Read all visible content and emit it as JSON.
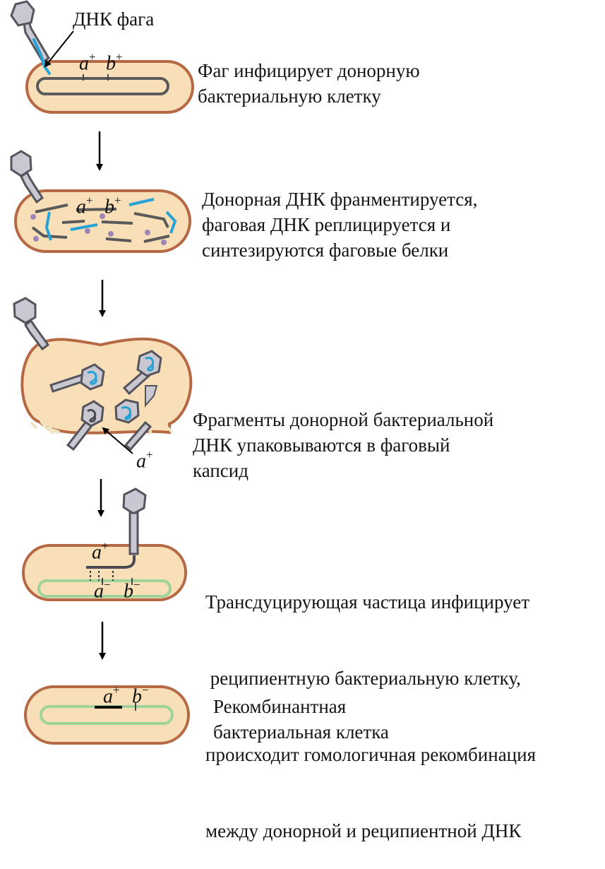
{
  "phage_dna_label": "ДНК фага",
  "steps": [
    {
      "lines": [
        "Фаг инфицирует донорную",
        "бактериальную клетку"
      ]
    },
    {
      "lines": [
        "Донорная ДНК франментируется,",
        "фаговая ДНК реплицируется и",
        "синтезируются фаговые белки"
      ]
    },
    {
      "lines": [
        "Фрагменты донорной бактериальной",
        "ДНК упаковываются в фаговый",
        "капсид"
      ]
    },
    {
      "lines": [
        "Трансдуцирующая частица инфицирует",
        " реципиентную бактериальную клетку,",
        "происходит гомологичная рекомбинация",
        "между донорной и реципиентной ДНК"
      ]
    },
    {
      "lines": [
        "Рекомбинантная",
        "бактериальная клетка"
      ]
    }
  ],
  "genes": {
    "a": "a",
    "b": "b",
    "plus": "+",
    "minus": "−"
  },
  "colors": {
    "cell_fill": "#f8dfb8",
    "cell_outline": "#b56a45",
    "phage_fill": "#c9c8d2",
    "phage_outline": "#55545c",
    "phage_dna": "#26a3d6",
    "bacterial_dna": "#5b5a5a",
    "recipient_dna": "#9ed39a",
    "protein": "#9d86b4"
  }
}
